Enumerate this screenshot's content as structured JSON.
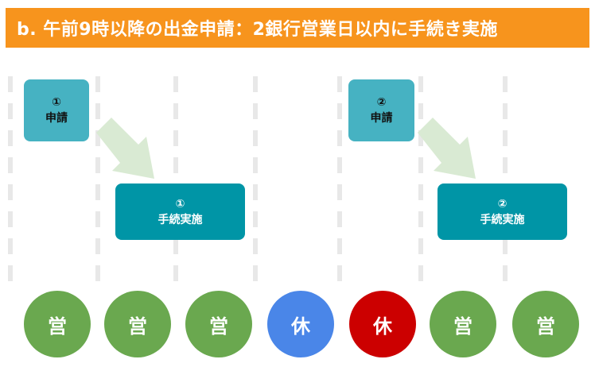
{
  "header": {
    "title": "b. 午前9時以降の出金申請：2銀行営業日以内に手続き実施"
  },
  "steps": [
    {
      "number": "①",
      "apply_label": "申請",
      "process_label": "手続実施"
    },
    {
      "number": "②",
      "apply_label": "申請",
      "process_label": "手続実施"
    }
  ],
  "days": [
    {
      "label": "営",
      "color": "#6aa84f"
    },
    {
      "label": "営",
      "color": "#6aa84f"
    },
    {
      "label": "営",
      "color": "#6aa84f"
    },
    {
      "label": "休",
      "color": "#4a86e8"
    },
    {
      "label": "休",
      "color": "#cc0000"
    },
    {
      "label": "営",
      "color": "#6aa84f"
    },
    {
      "label": "営",
      "color": "#6aa84f"
    }
  ],
  "colors": {
    "header": "#f7941d",
    "apply_box": "#46b2c2",
    "process_box": "#0095a6",
    "arrow": "#d9ead3"
  }
}
